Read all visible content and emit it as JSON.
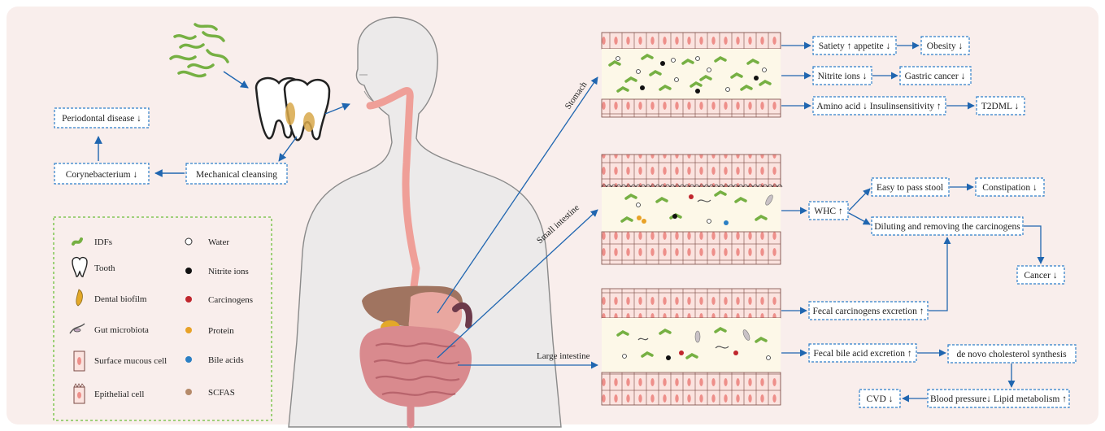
{
  "colors": {
    "panel_bg": "#f9eeec",
    "box_border": "#2f7fc9",
    "arrow": "#2066b0",
    "legend_border": "#6cbf3a",
    "idf_green": "#76b043",
    "water": "#ffffff",
    "nitrite": "#111111",
    "carcinogen": "#c0262d",
    "protein": "#e8a227",
    "bile": "#2b7fc4",
    "scfas": "#b58a6a",
    "cell_pink": "#f2a9a3"
  },
  "boxes": {
    "periodontal": "Periodontal disease ↓",
    "corynebacterium": "Corynebacterium ↓",
    "mechanical": "Mechanical cleansing",
    "satiety": "Satiety ↑ appetite ↓",
    "obesity": "Obesity ↓",
    "nitrite": "Nitrite ions ↓",
    "gastric": "Gastric cancer ↓",
    "amino": "Amino acid ↓ Insulinsensitivity ↑",
    "t2dml": "T2DML ↓",
    "whc": "WHC ↑",
    "easy_stool": "Easy to pass stool",
    "constipation": "Constipation ↓",
    "diluting": "Diluting and removing the carcinogens",
    "cancer": "Cancer ↓",
    "fecal_carc": "Fecal carcinogens excretion ↑",
    "fecal_bile": "Fecal bile acid excretion ↑",
    "denovo": "de novo cholesterol synthesis",
    "blood": "Blood pressure↓ Lipid metabolism ↑",
    "cvd": "CVD ↓"
  },
  "organs": {
    "stomach": "Stomach",
    "small_intestine": "Small intestine",
    "large_intestine": "Large intestine"
  },
  "legend": {
    "left": [
      {
        "label": "IDFs",
        "icon": "idf-icon"
      },
      {
        "label": "Tooth",
        "icon": "tooth-icon"
      },
      {
        "label": "Dental biofilm",
        "icon": "dental-biofilm-icon"
      },
      {
        "label": "Gut microbiota",
        "icon": "gut-microbiota-icon"
      },
      {
        "label": "Surface mucous cell",
        "icon": "surface-mucous-cell-icon"
      },
      {
        "label": "Epithelial cell",
        "icon": "epithelial-cell-icon"
      }
    ],
    "right": [
      {
        "label": "Water",
        "icon": "water-icon"
      },
      {
        "label": "Nitrite ions",
        "icon": "nitrite-ion-icon"
      },
      {
        "label": "Carcinogens",
        "icon": "carcinogen-icon"
      },
      {
        "label": "Protein",
        "icon": "protein-icon"
      },
      {
        "label": "Bile acids",
        "icon": "bile-acid-icon"
      },
      {
        "label": "SCFAS",
        "icon": "scfas-icon"
      }
    ]
  }
}
